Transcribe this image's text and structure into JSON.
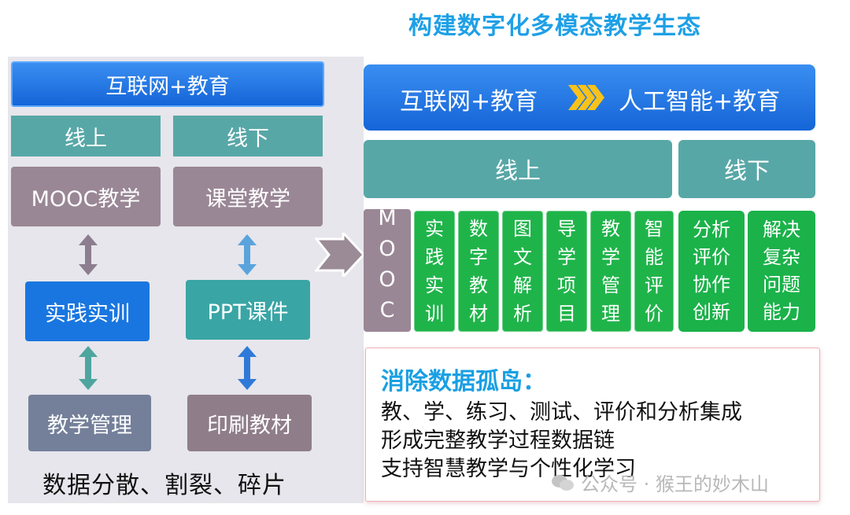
{
  "title": "构建数字化多模态教学生态",
  "left": {
    "top_bar": "互联网+教育",
    "online": "线上",
    "offline": "线下",
    "mooc": "MOOC教学",
    "classroom": "课堂教学",
    "practice": "实践实训",
    "ppt": "PPT课件",
    "teaching_mgmt": "教学管理",
    "printed": "印刷教材",
    "caption": "数据分散、割裂、碎片"
  },
  "right": {
    "top_left": "互联网+教育",
    "top_right": "人工智能+教育",
    "online": "线上",
    "offline": "线下",
    "mooc_letters": [
      "M",
      "O",
      "O",
      "C"
    ],
    "columns": [
      [
        "实",
        "践",
        "实",
        "训"
      ],
      [
        "数",
        "字",
        "教",
        "材"
      ],
      [
        "图",
        "文",
        "解",
        "析"
      ],
      [
        "导",
        "学",
        "项",
        "目"
      ],
      [
        "教",
        "学",
        "管",
        "理"
      ],
      [
        "智",
        "能",
        "评",
        "价"
      ]
    ],
    "offline_boxes": [
      [
        "分析",
        "评价",
        "协作",
        "创新"
      ],
      [
        "解决",
        "复杂",
        "问题",
        "能力"
      ]
    ]
  },
  "summary": {
    "heading": "消除数据孤岛：",
    "lines": [
      "教、学、练习、测试、评价和分析集成",
      "形成完整教学过程数据链",
      "支持智慧教学与个性化学习"
    ]
  },
  "watermark": "公众号 · 猴王的妙木山"
}
